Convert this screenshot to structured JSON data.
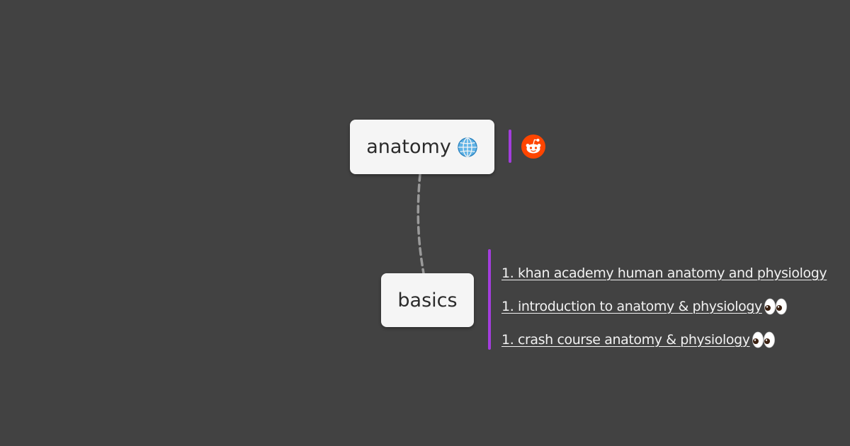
{
  "nodes": {
    "root": {
      "label": "anatomy",
      "icon": "globe-icon"
    },
    "child": {
      "label": "basics"
    }
  },
  "root_attachments": [
    {
      "icon": "reddit-icon"
    }
  ],
  "basics_links": [
    {
      "text": "1. khan academy human anatomy and physiology",
      "icon": ""
    },
    {
      "text": "1. introduction to anatomy & physiology ",
      "icon": "eyes-icon"
    },
    {
      "text": "1. crash course anatomy & physiology ",
      "icon": "eyes-icon"
    }
  ],
  "colors": {
    "background": "#424242",
    "node_fill": "#f5f5f5",
    "accent_bar": "#a33ddd",
    "connector": "#9a9a9a",
    "reddit": "#ff4500"
  }
}
